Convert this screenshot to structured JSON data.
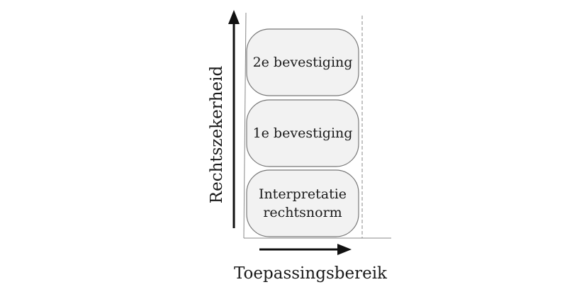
{
  "diagram": {
    "y_axis_label": "Rechtszekerheid",
    "x_axis_label": "Toepassingsbereik",
    "boxes": [
      {
        "lines": [
          "2e bevestiging"
        ]
      },
      {
        "lines": [
          "1e bevestiging"
        ]
      },
      {
        "lines": [
          "Interpretatie",
          "rechtsnorm"
        ]
      }
    ]
  }
}
